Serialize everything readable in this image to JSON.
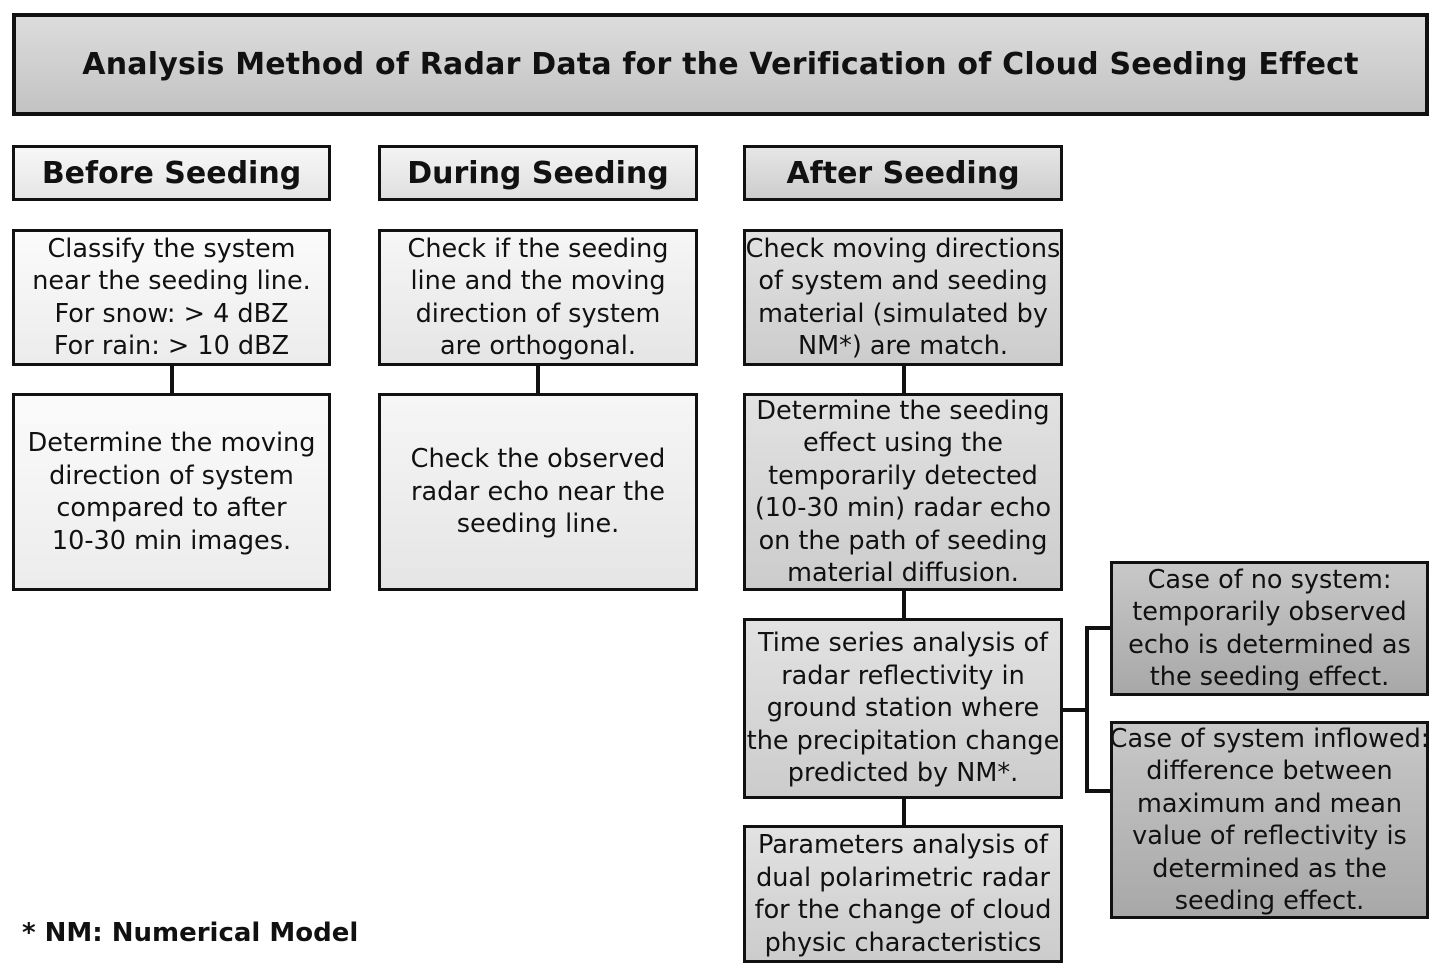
{
  "title": "Analysis Method of Radar Data for the Verification of Cloud Seeding Effect",
  "columns": [
    {
      "header": "Before Seeding",
      "steps": [
        [
          "Classify the system",
          "near the seeding line.",
          "For snow: > 4 dBZ",
          "For rain: > 10 dBZ"
        ],
        [
          "Determine the moving",
          "direction of system",
          "compared to after",
          "10-30 min images."
        ]
      ]
    },
    {
      "header": "During Seeding",
      "steps": [
        [
          "Check if the seeding",
          "line and the moving",
          "direction of system",
          "are orthogonal."
        ],
        [
          "Check the observed",
          "radar echo near the",
          "seeding line."
        ]
      ]
    },
    {
      "header": "After Seeding",
      "steps": [
        [
          "Check moving directions",
          "of system and seeding",
          "material (simulated by",
          "NM*) are match."
        ],
        [
          "Determine the seeding",
          "effect using the",
          "temporarily detected",
          "(10-30 min) radar echo",
          "on the path of seeding",
          "material diffusion."
        ],
        [
          "Time series analysis of",
          "radar reflectivity in",
          "ground station where",
          "the precipitation change",
          "predicted by NM*."
        ],
        [
          "Parameters analysis of",
          "dual polarimetric radar",
          "for the change of cloud",
          "physic characteristics"
        ]
      ]
    }
  ],
  "cases": [
    [
      "Case of no system:",
      "temporarily observed",
      "echo is determined as",
      "the seeding effect."
    ],
    [
      "Case of system inflowed:",
      "difference between",
      "maximum and mean",
      "value of reflectivity is",
      "determined as the",
      "seeding effect."
    ]
  ],
  "footnote": "* NM: Numerical Model"
}
